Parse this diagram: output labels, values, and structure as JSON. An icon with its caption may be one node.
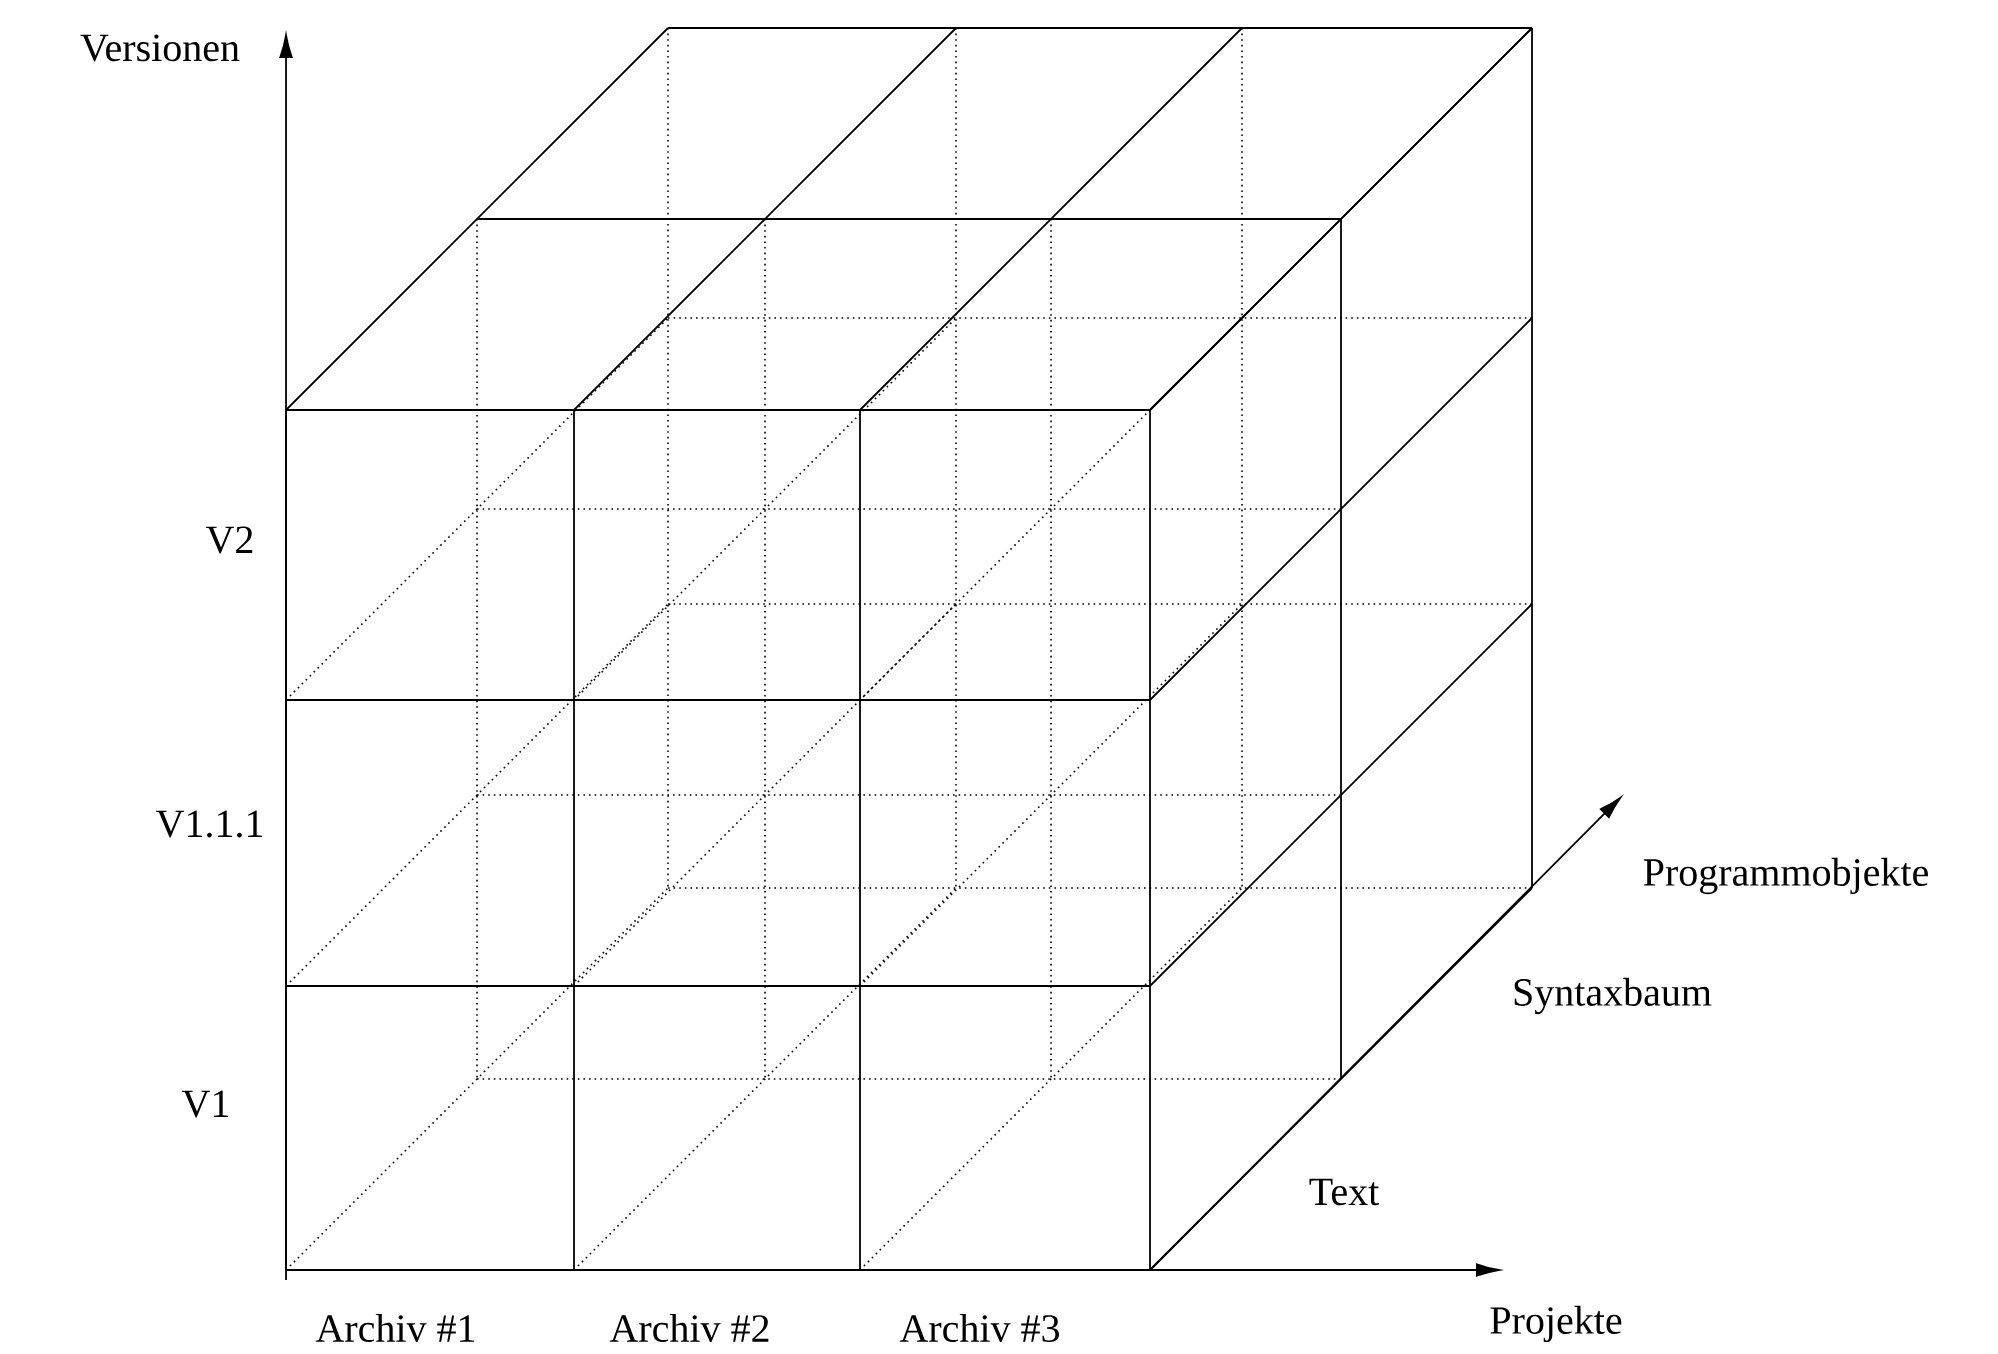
{
  "diagram": {
    "labels": [
      "Versionen",
      "V2",
      "V1.1.1",
      "V1",
      "Archiv #1",
      "Archiv #2",
      "Archiv #3",
      "Projekte",
      "Text",
      "Syntaxbaum",
      "Programmobjekte"
    ]
  }
}
